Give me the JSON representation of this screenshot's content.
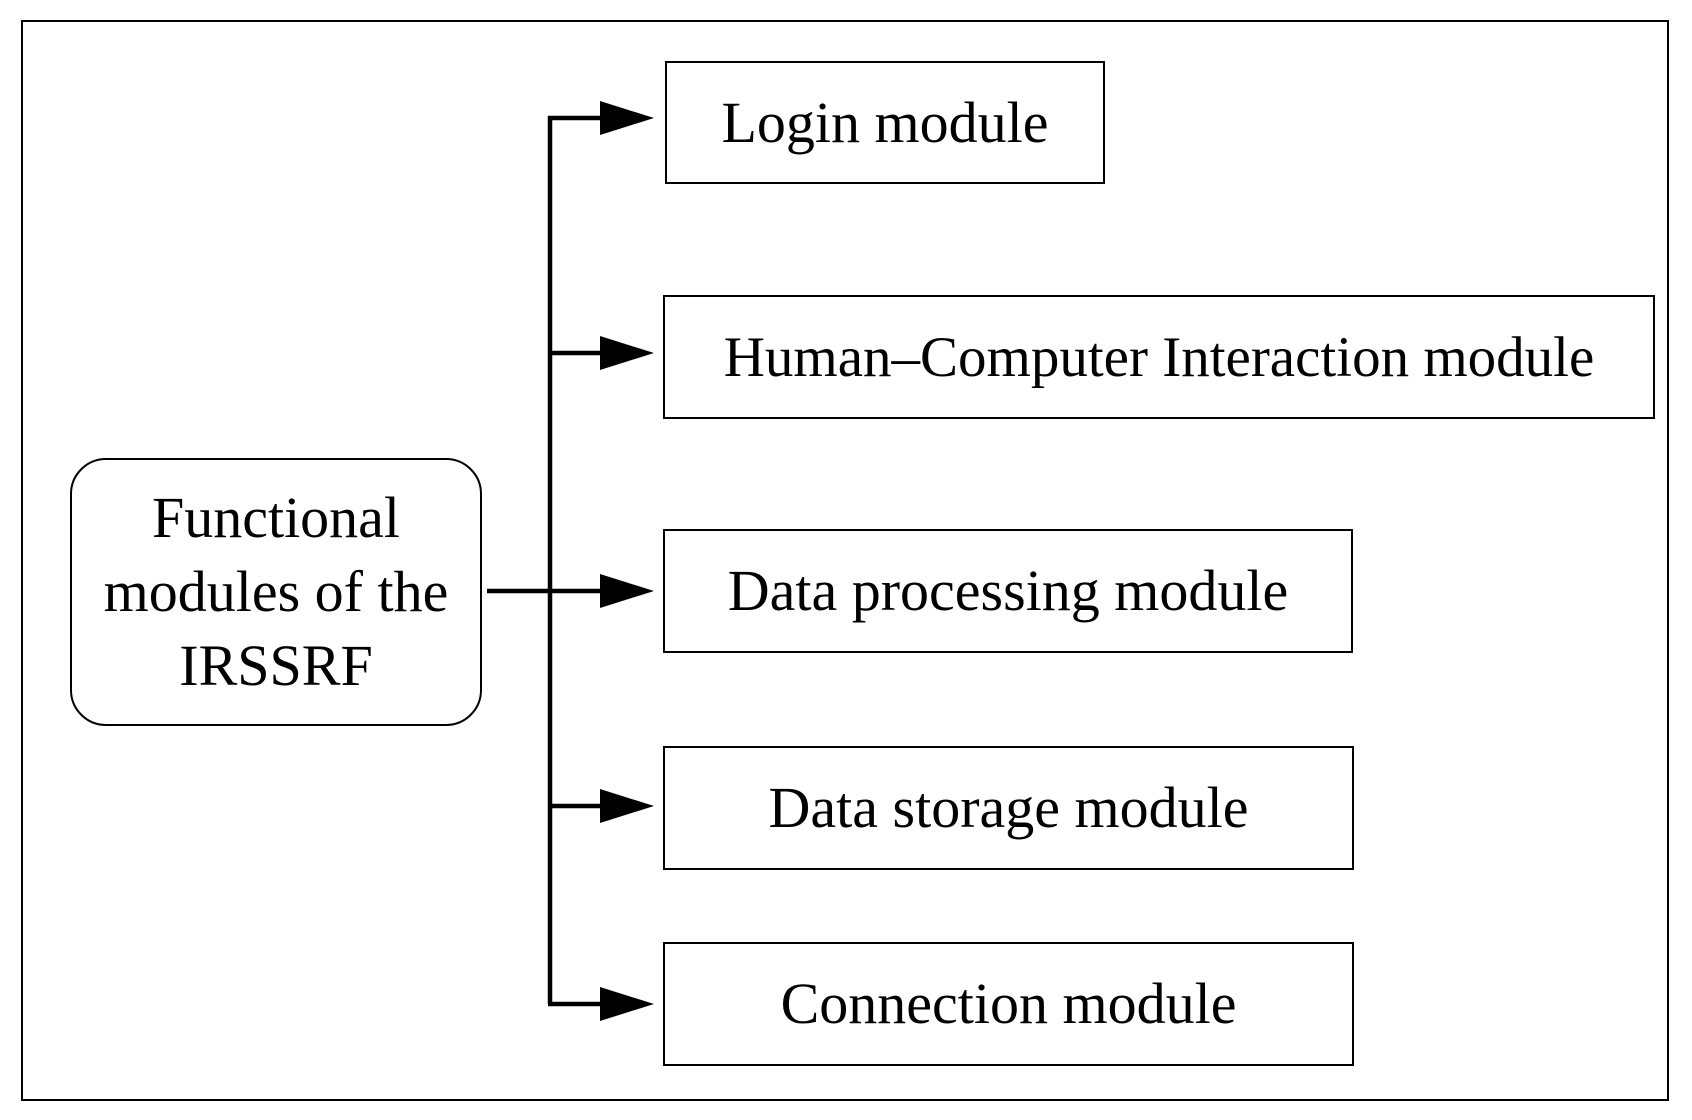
{
  "diagram": {
    "root": {
      "label": "Functional modules of the IRSSRF"
    },
    "modules": [
      {
        "label": "Login module"
      },
      {
        "label": "Human–Computer Interaction module"
      },
      {
        "label": "Data processing module"
      },
      {
        "label": "Data storage module"
      },
      {
        "label": "Connection module"
      }
    ],
    "colors": {
      "stroke": "#000000",
      "background": "#ffffff"
    }
  }
}
